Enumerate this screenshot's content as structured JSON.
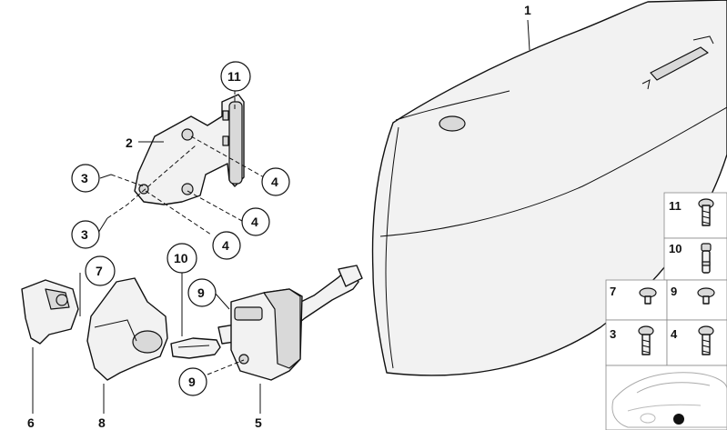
{
  "callouts": {
    "c1": "1",
    "c2": "2",
    "c3a": "3",
    "c3b": "3",
    "c4a": "4",
    "c4b": "4",
    "c4c": "4",
    "c5": "5",
    "c6": "6",
    "c7": "7",
    "c8": "8",
    "c9a": "9",
    "c9b": "9",
    "c10": "10",
    "c11": "11"
  },
  "fastener_table": {
    "r1": "11",
    "r2": "10",
    "r3a": "7",
    "r3b": "9",
    "r4a": "3",
    "r4b": "4"
  }
}
